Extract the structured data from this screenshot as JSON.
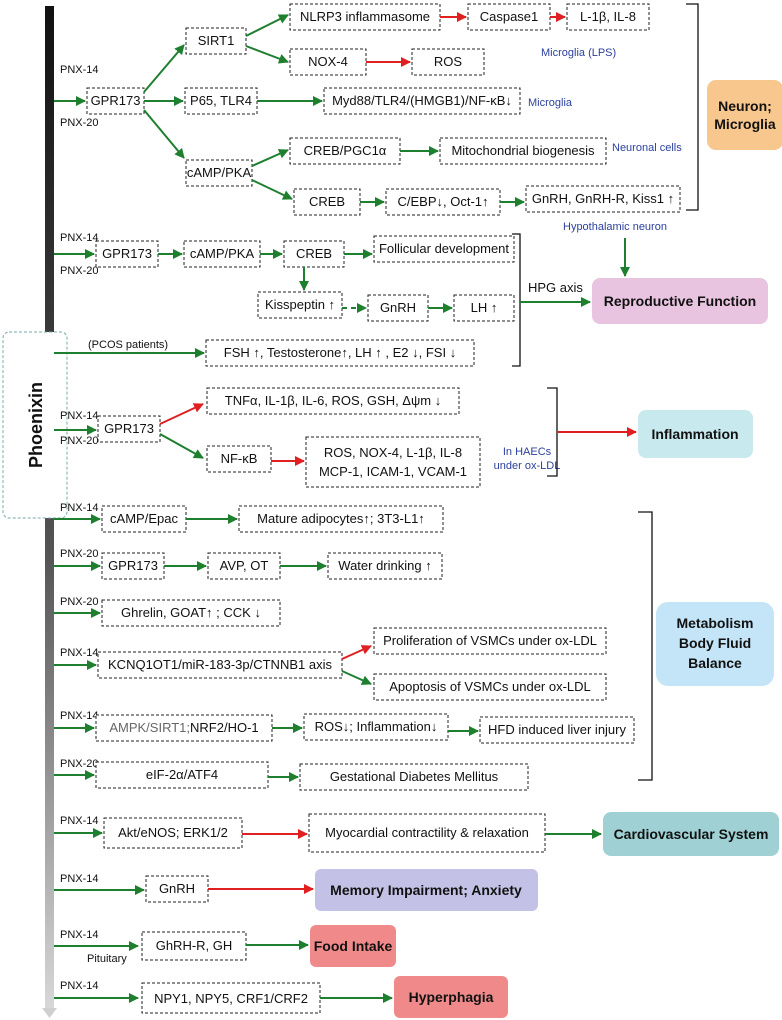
{
  "title": "Phoenixin",
  "colors": {
    "green_arrow": "#1e7f2e",
    "red_arrow": "#e02020",
    "neuron_box": "#f8c78d",
    "reproductive_box": "#e9c4e0",
    "inflammation_box": "#c8e9ee",
    "metabolism_box": "#c4e5f7",
    "cardio_box": "#9fd1d4",
    "memory_box": "#c3c2e6",
    "food_box": "#f08a8a",
    "hyperphagia_box": "#f08a8a",
    "cell_label": "#2b3f9e"
  },
  "sources": {
    "pnx14": "PNX-14",
    "pnx20": "PNX-20",
    "pcos": "(PCOS patients)",
    "pituitary": "Pituitary"
  },
  "nodes": {
    "sirt1": "SIRT1",
    "nlrp3": "NLRP3 inflammasome",
    "caspase1": "Caspase1",
    "il1b_il8": "L-1β, IL-8",
    "nox4": "NOX-4",
    "ros1": "ROS",
    "gpr173_1": "GPR173",
    "p65": "P65, TLR4",
    "myd88": "Myd88/TLR4/(HMGB1)/NF-κB↓",
    "camp_pka1": "cAMP/PKA",
    "creb_pgc": "CREB/PGC1α",
    "mito": "Mitochondrial biogenesis",
    "creb1": "CREB",
    "cebp": "C/EBP↓, Oct-1↑",
    "gnrh_kiss": "GnRH, GnRH-R, Kiss1 ↑",
    "gpr173_2": "GPR173",
    "camp_pka2": "cAMP/PKA",
    "creb2": "CREB",
    "follicular": "Follicular development",
    "kisspeptin": "Kisspeptin ↑",
    "gnrh1": "GnRH",
    "lh": "LH ↑",
    "fsh": "FSH ↑, Testosterone↑, LH ↑ ,  E2 ↓, FSI ↓",
    "gpr173_3": "GPR173",
    "tnfa": "TNFα, IL-1β, IL-6, ROS, GSH, Δψm ↓",
    "nfkb": "NF-κB",
    "ros_list_1": "ROS, NOX-4, L-1β, IL-8",
    "ros_list_2": "MCP-1, ICAM-1, VCAM-1",
    "camp_epac": "cAMP/Epac",
    "adipocytes": "Mature adipocytes↑; 3T3-L1↑",
    "gpr173_4": "GPR173",
    "avp_ot": "AVP, OT",
    "water": "Water drinking ↑",
    "ghrelin": "Ghrelin, GOAT↑ ; CCK ↓",
    "kcnq": "KCNQ1OT1/miR-183-3p/CTNNB1 axis",
    "prolif": "Proliferation of VSMCs under ox-LDL",
    "apopt": "Apoptosis  of VSMCs under ox-LDL",
    "ampk_a": "AMPK/SIRT1;",
    "ampk_b": "NRF2/HO-1",
    "ros_infl": "ROS↓; Inflammation↓",
    "hfd": "HFD induced liver injury",
    "eif": "eIF-2α/ATF4",
    "gdm": "Gestational Diabetes Mellitus",
    "akt": "Akt/eNOS; ERK1/2",
    "myocardial": "Myocardial contractility & relaxation",
    "gnrh2": "GnRH",
    "ghrh": "GhRH-R, GH",
    "npy": "NPY1, NPY5, CRF1/CRF2"
  },
  "cell_labels": {
    "microglia_lps": "Microglia (LPS)",
    "microglia": "Microglia",
    "neuronal_cells": "Neuronal cells",
    "hypothalamic": "Hypothalamic neuron",
    "haecs_1": "In HAECs",
    "haecs_2": "under ox-LDL"
  },
  "hpg_axis": "HPG axis",
  "categories": {
    "neuron_1": "Neuron;",
    "neuron_2": "Microglia",
    "reproductive": "Reproductive  Function",
    "inflammation": "Inflammation",
    "metabolism_1": "Metabolism",
    "metabolism_2": "Body Fluid",
    "metabolism_3": "Balance",
    "cardio": "Cardiovascular System",
    "memory": "Memory Impairment;  Anxiety",
    "food": "Food Intake",
    "hyperphagia": "Hyperphagia"
  }
}
